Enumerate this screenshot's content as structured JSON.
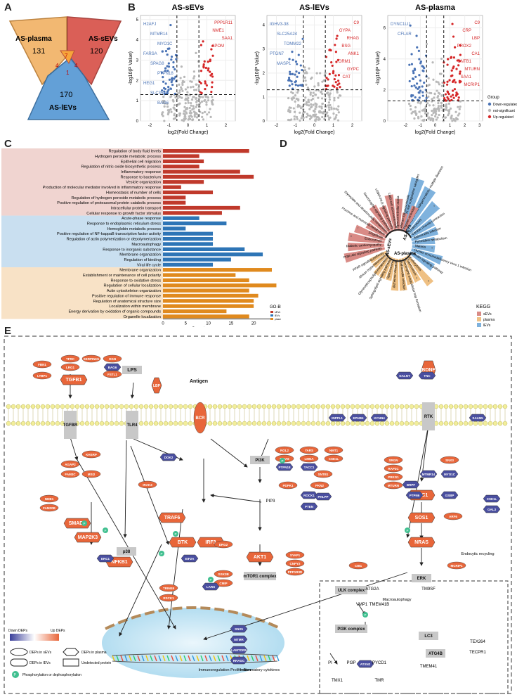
{
  "panels": {
    "a": "A",
    "b": "B",
    "c": "C",
    "d": "D",
    "e": "E"
  },
  "venn": {
    "plasma": {
      "label": "AS-plasma",
      "count": "131",
      "color": "#f2b56b"
    },
    "sevs": {
      "label": "AS-sEVs",
      "count": "120",
      "color": "#d9574f"
    },
    "levs": {
      "label": "AS-lEVs",
      "count": "170",
      "color": "#5b9bd5"
    },
    "inner": [
      "7",
      "4",
      "4",
      "1"
    ]
  },
  "volcano": {
    "xlabel": "log2(Fold Change)",
    "ylabel": "-log10(P Value)",
    "colors": {
      "down": "#4a73b5",
      "ns": "#b8b8b8",
      "up": "#d62728"
    },
    "legend": {
      "title": "Group",
      "items": [
        "Down-regulated",
        "not-significant",
        "Up-regulated"
      ]
    },
    "plots": [
      {
        "title": "AS-sEVs",
        "xlim": [
          -2.5,
          2.5
        ],
        "ylim": [
          0,
          5.2
        ],
        "yticks": [
          0,
          1,
          2,
          3,
          4,
          5
        ],
        "xticks": [
          -2,
          -1,
          0,
          1,
          2
        ],
        "labels_down": [
          "H2AFJ",
          "MTMR14",
          "MYO1C",
          "FARSA",
          "SPAG8",
          "PTPN18",
          "HEG1",
          "SLC35A1",
          "BAG6"
        ],
        "labels_up": [
          "PPP1R11",
          "NME1",
          "SAA1",
          "APOM"
        ]
      },
      {
        "title": "AS-lEVs",
        "xlim": [
          -2.5,
          2.5
        ],
        "ylim": [
          0,
          4.4
        ],
        "yticks": [
          0,
          1,
          2,
          3,
          4
        ],
        "xticks": [
          -2,
          -1,
          0,
          1,
          2
        ],
        "labels_down": [
          "IGHV3-38",
          "SLC25A24",
          "TOMM22",
          "PTGN7",
          "MASP1"
        ],
        "labels_up": [
          "C9",
          "GYPA",
          "RHAG",
          "BSG",
          "ANK1",
          "ORM1",
          "GYPC",
          "CAT"
        ]
      },
      {
        "title": "AS-plasma",
        "xlim": [
          -3.2,
          3.2
        ],
        "ylim": [
          0,
          6.8
        ],
        "yticks": [
          0,
          2,
          4,
          6
        ],
        "xticks": [
          -2,
          -1,
          0,
          1,
          2,
          3
        ],
        "labels_down": [
          "DYNC1LI1",
          "CFLAR"
        ],
        "labels_up": [
          "C9",
          "CRP",
          "LBP",
          "PROX2",
          "CA1",
          "SNTB1",
          "MTURN",
          "SAA1",
          "MCRIP1"
        ]
      }
    ]
  },
  "gobp": {
    "xlabel": "Count",
    "legend_title": "GO-BP",
    "xmax": 24,
    "xticks": [
      0,
      5,
      10,
      15,
      20
    ],
    "series": [
      {
        "name": "sEVs",
        "color": "#c0392b",
        "bg": "#f0d4d0",
        "terms": [
          [
            "Regulation of body fluid levels",
            19
          ],
          [
            "Hydrogen peroxide metabolic process",
            8
          ],
          [
            "Epithelial cell migration",
            9
          ],
          [
            "Regulation of nitric oxide biosynthetic process",
            8
          ],
          [
            "Inflammatory response",
            17
          ],
          [
            "Response to bacterium",
            20
          ],
          [
            "Vesicle organization",
            9
          ],
          [
            "Production of molecular mediator involved in inflammatory response",
            4
          ],
          [
            "Homeostasis of number of cells",
            11
          ],
          [
            "Regulation of hydrogen peroxide metabolic process",
            5
          ],
          [
            "Positive regulation of proteasomal protein catabolic process",
            5
          ],
          [
            "Intracellular protein transport",
            17
          ],
          [
            "Cellular response to growth factor stimulus",
            13
          ]
        ]
      },
      {
        "name": "lEVs",
        "color": "#2e75b6",
        "bg": "#c9dff0",
        "terms": [
          [
            "Acute-phase response",
            8
          ],
          [
            "Response to endoplasmic reticulum stress",
            14
          ],
          [
            "Hemoglobin metabolic process",
            5
          ],
          [
            "Positive regulation of NF-kappaB transcription factor activity",
            11
          ],
          [
            "Regulation of actin polymerization or depolymerization",
            11
          ],
          [
            "Macroautophagy",
            11
          ],
          [
            "Response to inorganic substance",
            18
          ],
          [
            "Membrane organization",
            22
          ],
          [
            "Regulation of binding",
            15
          ],
          [
            "Viral life cycle",
            11
          ]
        ]
      },
      {
        "name": "plasma",
        "color": "#e08a1e",
        "bg": "#f8e2c6",
        "terms": [
          [
            "Membrane organization",
            24
          ],
          [
            "Establishment or maintenance of cell polarity",
            16
          ],
          [
            "Response to oxidative stress",
            19
          ],
          [
            "Regulation of cellular localization",
            25
          ],
          [
            "Actin cytoskeleton organization",
            19
          ],
          [
            "Positive regulation of immune response",
            21
          ],
          [
            "Regulation of anatomical structure size",
            20
          ],
          [
            "Localization within membrane",
            20
          ],
          [
            "Energy derivation by oxidation of organic compounds",
            14
          ],
          [
            "Organelle localization",
            19
          ]
        ]
      }
    ]
  },
  "kegg": {
    "legend_title": "KEGG",
    "legend": [
      [
        "sEVs",
        "#d98b86"
      ],
      [
        "plasma",
        "#efc083"
      ],
      [
        "lEVs",
        "#7fb2dd"
      ]
    ],
    "hubs": [
      "AS-lEVs",
      "AS-sEVs",
      "AS-plasma"
    ],
    "levs": [
      [
        "Complement and coagulation cascades",
        12
      ],
      [
        "Pathways of neurodegeneration - multiple diseases",
        11
      ],
      [
        "Endocytosis",
        9
      ],
      [
        "Cardiac muscle contraction",
        6
      ],
      [
        "Salmonella infection",
        6
      ],
      [
        "Pyrimidine metabolism",
        5
      ],
      [
        "Malaria",
        5
      ],
      [
        "Human immunodeficiency virus 1 infection",
        7
      ],
      [
        "Insulin signaling pathway",
        6
      ]
    ],
    "sevs": [
      [
        "PI3K-Akt signaling pathway",
        9
      ],
      [
        "Diabetic cardiomyopathy",
        8
      ],
      [
        "Endocytosis",
        8
      ],
      [
        "Shigellosis",
        7
      ],
      [
        "Fructose and mannose metabolism",
        5
      ],
      [
        "Glyoxylate and dicarboxylate metabolism",
        5
      ],
      [
        "Neurotrophin signaling pathway",
        7
      ],
      [
        "cGMP-PKG signaling pathway",
        6
      ],
      [
        "Lipid and atherosclerosis",
        8
      ],
      [
        "Spinocerebellar ataxia",
        7
      ],
      [
        "African trypanosomiasis",
        4
      ],
      [
        "Platelet activation",
        6
      ]
    ],
    "plasma": [
      [
        "Endocytosis",
        8
      ],
      [
        "Tuberculosis",
        6
      ],
      [
        "Neutrophil extracellular trap formation",
        6
      ],
      [
        "Salmonella infection",
        7
      ],
      [
        "Alzheimer disease",
        7
      ],
      [
        "Spliceosome",
        5
      ],
      [
        "Sphingolipid signaling pathway",
        5
      ],
      [
        "Glycerophospholipid metabolism",
        5
      ],
      [
        "African trypanosomiasis",
        4
      ],
      [
        "PPAR signaling pathway",
        4
      ]
    ]
  },
  "pathway": {
    "receptors": [
      "TGFBR",
      "TLR4",
      "BCR",
      "RTK"
    ],
    "ligands": [
      "LPS",
      "Antigen",
      "BDNF",
      "LBP"
    ],
    "nodes_up": [
      "FBN1",
      "TFRC",
      "SERPINH1",
      "OGN",
      "LRG1",
      "LTBP1",
      "TGFB1",
      "FSTL1",
      "SMAD2",
      "MAP2K3",
      "TRAF6",
      "BTK",
      "IRF3",
      "NFKB1",
      "AKT1",
      "SHC1",
      "SOS1",
      "NRAS",
      "KHSRP",
      "AGAP2",
      "FAM3C",
      "MSI2",
      "IRAK3",
      "NME1",
      "FAM20B",
      "ROL2",
      "YARS",
      "NMT1",
      "PDIA6",
      "LMNA",
      "CSE1L",
      "SNTB1",
      "PDPK1",
      "PKN2",
      "DRG2",
      "GSK3B",
      "CMIP",
      "SYAP1",
      "CNPY2",
      "PPP1R3D",
      "CIB1",
      "SRGN",
      "RAP2C",
      "PRKG1",
      "MTURN",
      "SNX3",
      "ARF6",
      "MCRIP1",
      "TRIM49",
      "RSCK1"
    ],
    "nodes_down": [
      "BAG6",
      "DOK2",
      "PTPN18",
      "TACC1",
      "MYO1C",
      "ERC1",
      "EIF2A",
      "ROCK1",
      "PTEN",
      "INPPL1",
      "EPHB4",
      "KCNN4",
      "SALM5",
      "TNC",
      "GALNT",
      "BRPF",
      "PTPN6",
      "SNX5",
      "MTMR",
      "LAMTOR5",
      "RRAGC",
      "LARS",
      "GSBP",
      "GAL3",
      "CSE1L",
      "ATXN2",
      "MTMR14",
      "PHLPP"
    ],
    "labels": [
      "PI3K",
      "PIP3",
      "mTOR1 complex",
      "p38",
      "ERK",
      "Endocytic recycling",
      "Immunoregulation Proliferation",
      "Inflammatory cytokines",
      "Macroautophagy",
      "ULK complex",
      "PI3K complex",
      "VMP1",
      "TMEM41B",
      "ATG2A",
      "TM9SF",
      "LC3",
      "ATG4B",
      "PI",
      "PI3P",
      "TEX264",
      "TECPR1",
      "PYCD1",
      "TMEM41",
      "TMX1",
      "TMR"
    ],
    "legend": [
      "Down DEPs",
      "Up DEPs",
      "DEPs in sEVs",
      "DEPs in plasma",
      "DEPs in lEVs",
      "Undetected protein",
      "Phosphorylation or dephosphorylation"
    ],
    "p": "P",
    "colors": {
      "up": "#e8663a",
      "down": "#4a4fa0",
      "undetected": "#c8c8c8"
    }
  }
}
